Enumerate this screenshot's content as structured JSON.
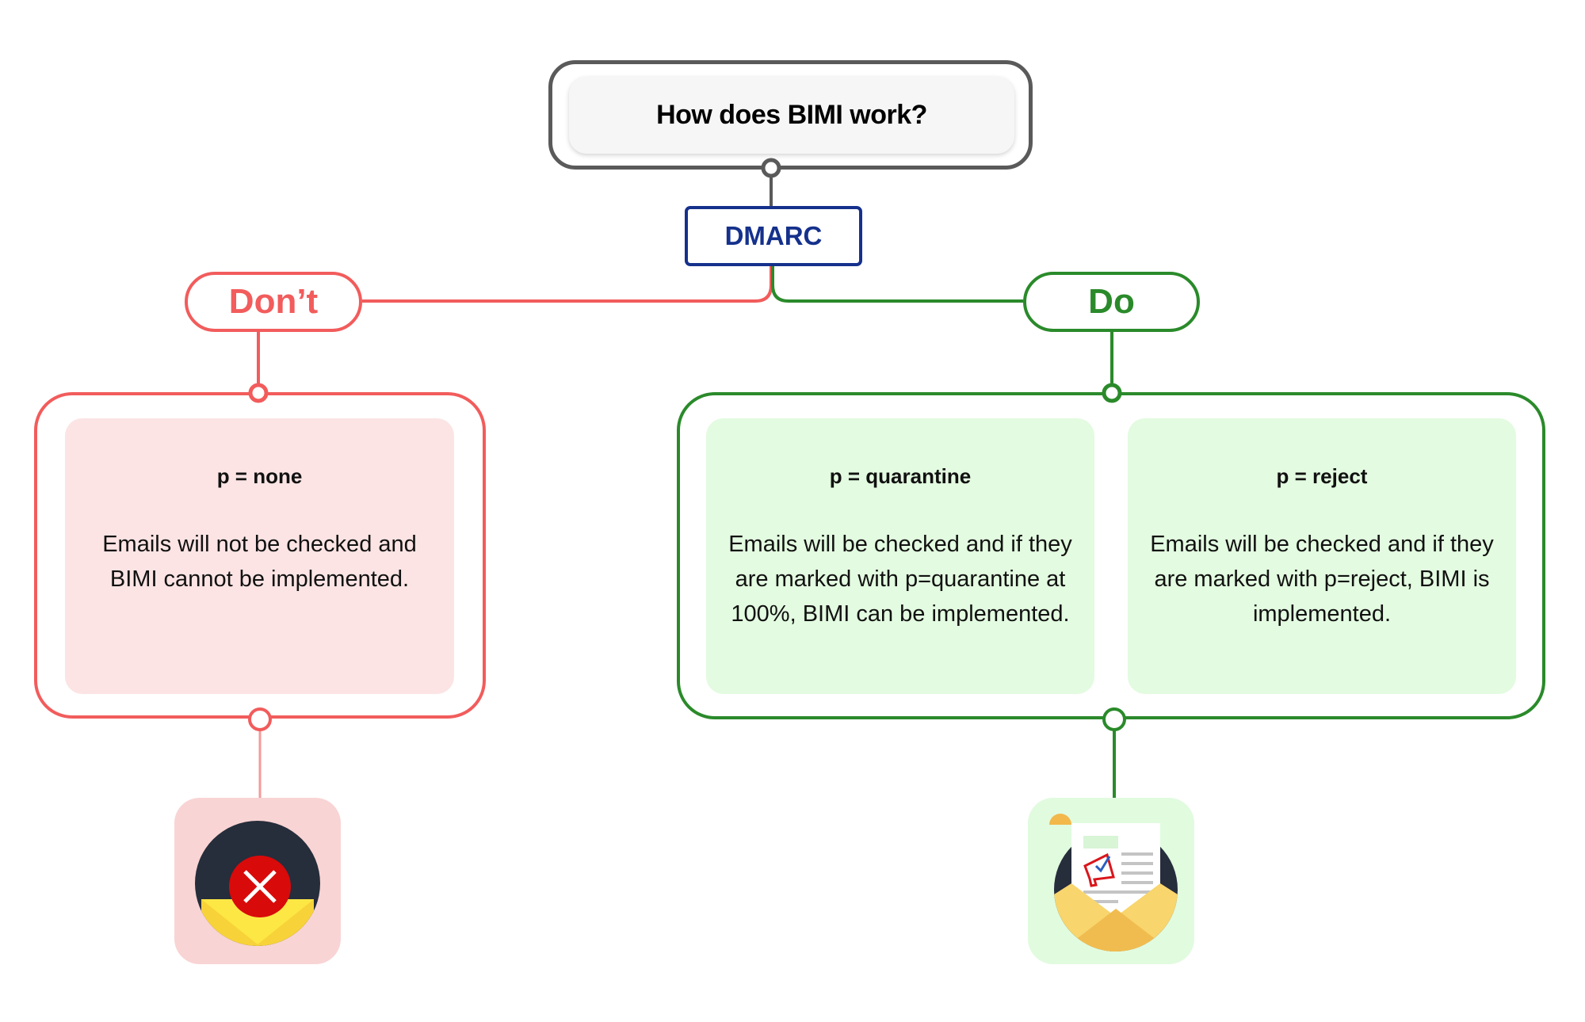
{
  "title": "How does BIMI work?",
  "root_node": "DMARC",
  "colors": {
    "neutral": "#5a5a5a",
    "dmarc": "#15318c",
    "dont": "#f25c5c",
    "do": "#2a8a2a",
    "dont_card_bg": "#fce4e4",
    "do_card_bg": "#e3fbe0"
  },
  "branches": {
    "dont": {
      "label": "Don’t",
      "cards": [
        {
          "policy": "p = none",
          "description": "Emails will not be checked and BIMI cannot be implemented."
        }
      ],
      "icon": "email-rejected-icon"
    },
    "do": {
      "label": "Do",
      "cards": [
        {
          "policy": "p = quarantine",
          "description": "Emails will be checked and if they are marked with p=quarantine at 100%, BIMI can be implemented."
        },
        {
          "policy": "p = reject",
          "description": "Emails will be checked and if they are marked with p=reject, BIMI is implemented."
        }
      ],
      "icon": "email-verified-icon"
    }
  }
}
